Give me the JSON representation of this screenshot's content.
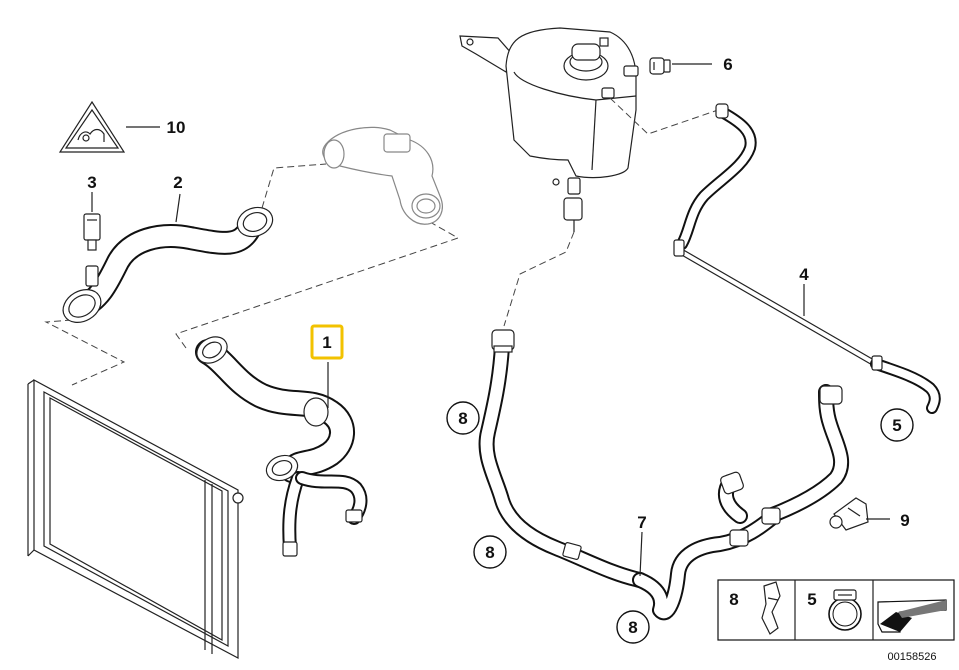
{
  "parts": {
    "p1": {
      "label": "1",
      "highlight": "#f2c200"
    },
    "p2": {
      "label": "2"
    },
    "p3": {
      "label": "3"
    },
    "p4": {
      "label": "4"
    },
    "p5": {
      "label": "5"
    },
    "p6": {
      "label": "6"
    },
    "p7": {
      "label": "7"
    },
    "p8a": {
      "label": "8"
    },
    "p8b": {
      "label": "8"
    },
    "p8c": {
      "label": "8"
    },
    "p9": {
      "label": "9"
    },
    "p10": {
      "label": "10"
    }
  },
  "legend": {
    "cell1_label": "8",
    "cell2_label": "5"
  },
  "reference_code": "00158526"
}
